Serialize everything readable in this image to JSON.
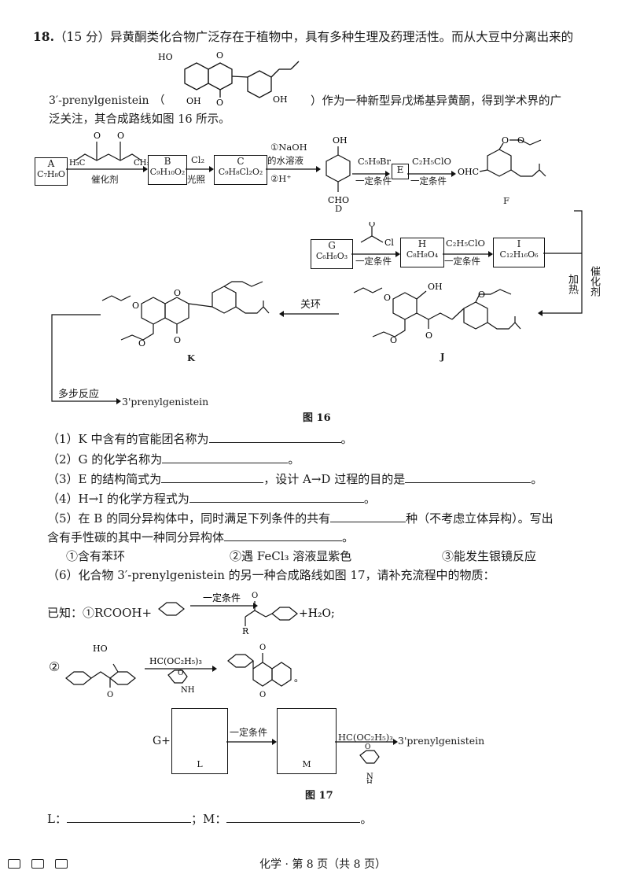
{
  "question": {
    "number": "18.",
    "score": "（15 分）",
    "intro_line1": "异黄酮类化合物广泛存在于植物中，具有多种生理及药理活性。而从大豆中分离出来的",
    "compound_name": "3′-prenylgenistein",
    "paren_open": "（",
    "paren_close": "）",
    "intro_line2_rest": "作为一种新型异戊烯基异黄酮，得到学术界的广",
    "intro_line3": "泛关注，其合成路线如图 16 所示。"
  },
  "figure16": {
    "caption": "图 16",
    "box_A": {
      "label": "A",
      "formula": "C₇H₈O"
    },
    "box_B": {
      "label": "B",
      "formula": "C₉H₁₀O₂"
    },
    "box_C": {
      "label": "C",
      "formula": "C₉H₈Cl₂O₂"
    },
    "box_E": {
      "label": "E"
    },
    "box_G": {
      "label": "G",
      "formula": "C₆H₆O₃"
    },
    "box_H": {
      "label": "H",
      "formula": "C₈H₈O₄"
    },
    "box_I": {
      "label": "I",
      "formula": "C₁₂H₁₆O₆"
    },
    "reagent_anhydride": "催化剂",
    "reagent_cl2": "Cl₂",
    "cond_light": "光照",
    "reagent_naoh": "①NaOH",
    "reagent_naoh2": "的水溶液",
    "reagent_h": "②H⁺",
    "reagent_c5h9br": "C₅H₉Br",
    "cond_certain": "一定条件",
    "reagent_c2h5clo": "C₂H₅ClO",
    "reagent_acyl": "Cl",
    "label_D": "D",
    "label_F": "F",
    "label_J": "J",
    "label_K": "K",
    "cond_heat": "加热",
    "cond_cat": "催化剂",
    "cond_ring": "关环",
    "cond_multi": "多步反应",
    "product": "3'prenylgenistein"
  },
  "subquestions": [
    {
      "id": "q1",
      "text": "（1）K 中含有的官能团名称为",
      "end": "。"
    },
    {
      "id": "q2",
      "text": "（2）G 的化学名称为",
      "end": "。"
    },
    {
      "id": "q3a",
      "text": "（3）E 的结构简式为",
      "mid": "，设计 A→D 过程的目的是",
      "end": "。"
    },
    {
      "id": "q4",
      "text": "（4）H→I 的化学方程式为",
      "end": "。"
    },
    {
      "id": "q5",
      "text": "（5）在 B 的同分异构体中，同时满足下列条件的共有",
      "mid": "种（不考虑立体异构）。写出",
      "line2": "含有手性碳的其中一种同分异构体",
      "end": "。"
    },
    {
      "id": "q6",
      "text": "（6）化合物 3′-prenylgenistein 的另一种合成路线如图 17，请补充流程中的物质："
    }
  ],
  "conditions": {
    "c1": "①含有苯环",
    "c2": "②遇 FeCl₃ 溶液显紫色",
    "c3": "③能发生银镜反应"
  },
  "figure17": {
    "known_label": "已知：",
    "known1_a": "①RCOOH+",
    "known1_cond": "一定条件",
    "known1_b": "+H₂O;",
    "known1_R": "R",
    "known2": "②",
    "reagent_orthoformate": "HC(OC₂H₅)₃",
    "g_plus": "G+",
    "box_L": "L",
    "box_M": "M",
    "cond_certain": "一定条件",
    "product": "3'prenylgenistein",
    "caption": "图 17"
  },
  "answer_line": {
    "L_label": "L：",
    "sep": "；M：",
    "end": "。"
  },
  "footer": {
    "text": "化学 · 第 8 页（共 8 页）"
  }
}
